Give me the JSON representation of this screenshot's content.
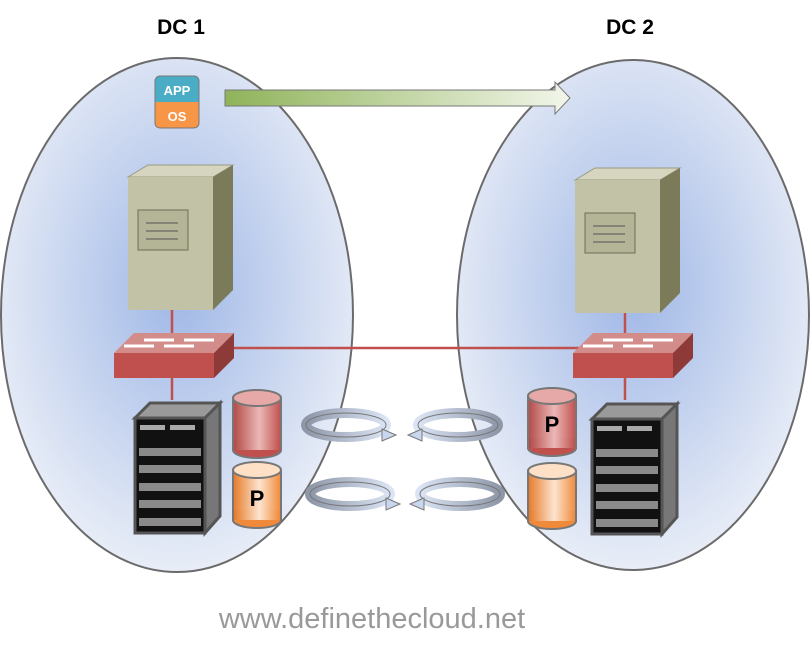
{
  "datacenters": [
    {
      "label": "DC 1"
    },
    {
      "label": "DC 2"
    }
  ],
  "vm_icon": {
    "app_label": "APP",
    "os_label": "OS",
    "app_color": "#4bacc6",
    "os_color": "#f79646"
  },
  "storage": {
    "primary_label": "P",
    "primary_label_dc2": "P"
  },
  "colors": {
    "link": "#c0504d",
    "migration_arrow": "#9bbb59",
    "bubble": "#c6d4ee",
    "storage_red": "#c0504d",
    "storage_orange": "#f79646"
  },
  "watermark": "www.definethecloud.net"
}
